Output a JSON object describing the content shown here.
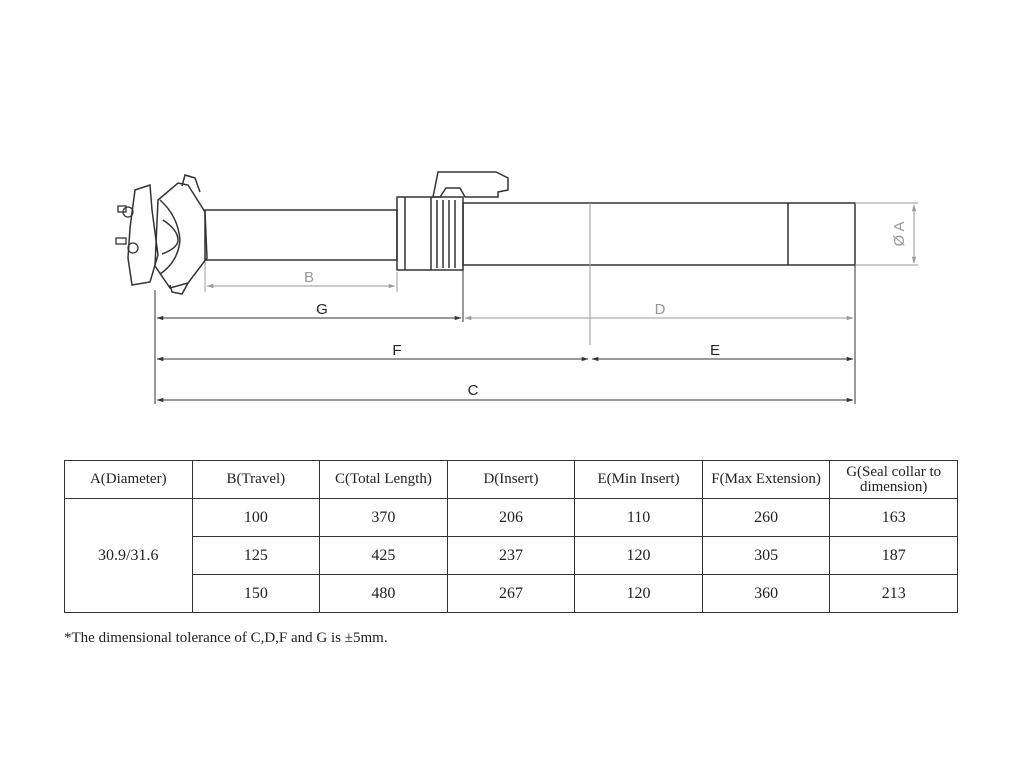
{
  "diagram": {
    "labels": {
      "A": "Ø A",
      "B": "B",
      "C": "C",
      "D": "D",
      "E": "E",
      "F": "F",
      "G": "G"
    },
    "colors": {
      "outline": "#333333",
      "dimension_primary": "#333333",
      "dimension_secondary": "#9a9a9a"
    }
  },
  "table": {
    "headers": [
      "A(Diameter)",
      "B(Travel)",
      "C(Total Length)",
      "D(Insert)",
      "E(Min Insert)",
      "F(Max Extension)",
      "G(Seal collar to dimension)"
    ],
    "diameter": "30.9/31.6",
    "rows": [
      [
        "100",
        "370",
        "206",
        "110",
        "260",
        "163"
      ],
      [
        "125",
        "425",
        "237",
        "120",
        "305",
        "187"
      ],
      [
        "150",
        "480",
        "267",
        "120",
        "360",
        "213"
      ]
    ]
  },
  "note": "*The dimensional tolerance of C,D,F and G is  ±5mm."
}
